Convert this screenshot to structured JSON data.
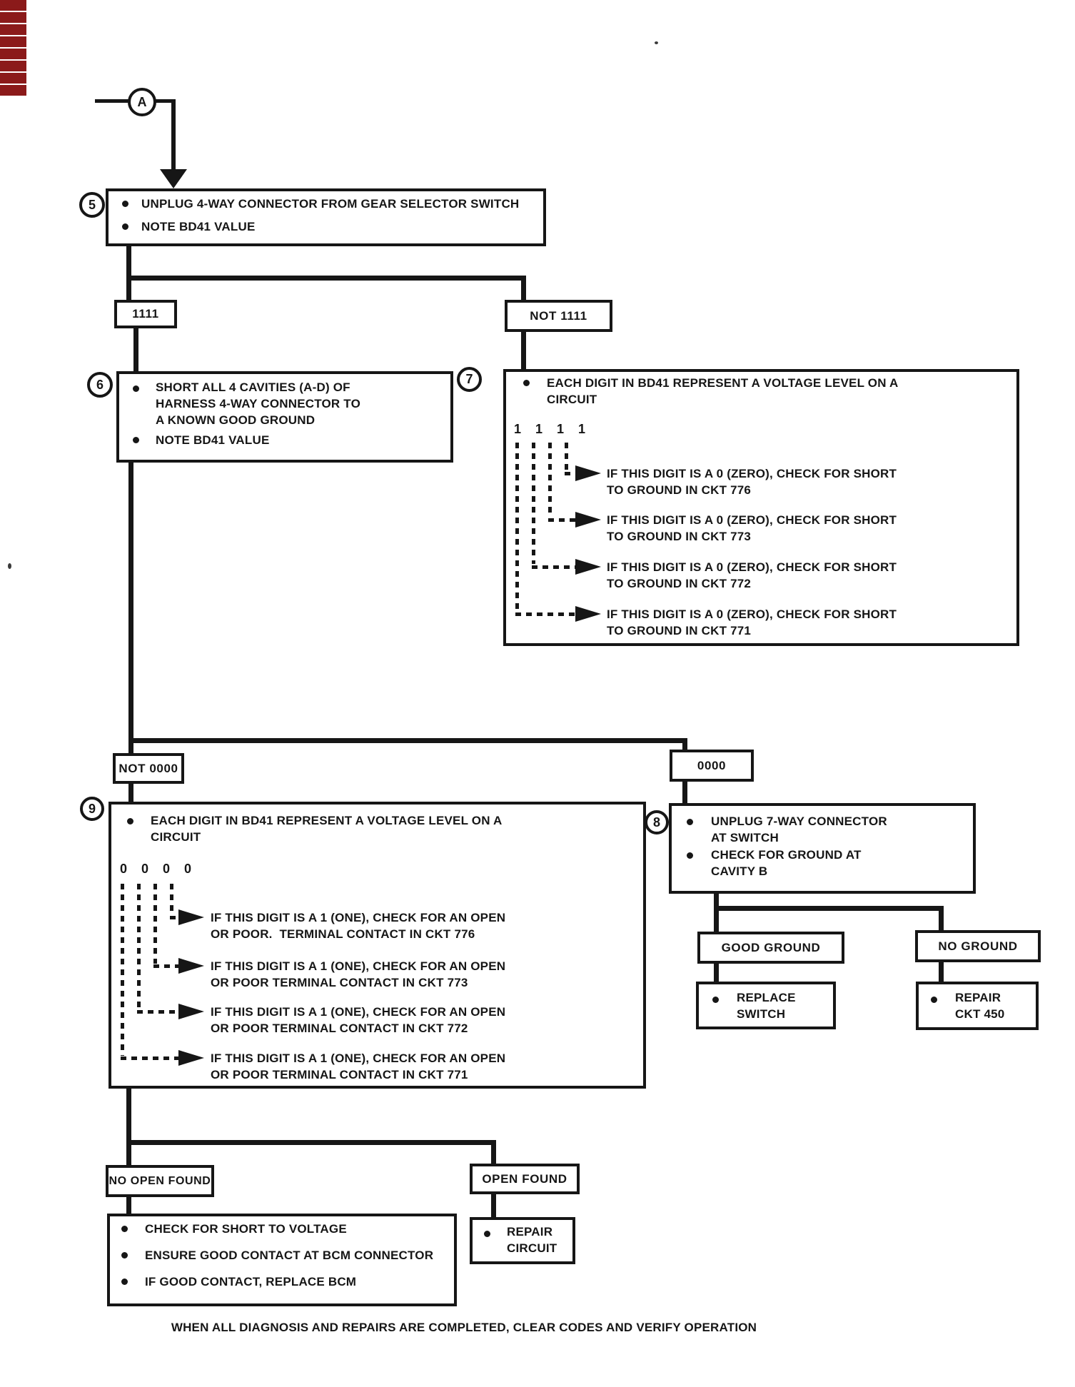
{
  "colors": {
    "ink": "#161616",
    "paper": "#ffffff",
    "edge_marks": "#8b1a1a"
  },
  "connector": {
    "label": "A"
  },
  "labels": {
    "v1111": "1111",
    "not1111": "NOT 1111",
    "not0000": "NOT 0000",
    "v0000": "0000",
    "good_ground": "GOOD GROUND",
    "no_ground": "NO GROUND",
    "no_open_found": "NO OPEN FOUND",
    "open_found": "OPEN FOUND"
  },
  "steps": {
    "s5": {
      "num": "5",
      "b1": "UNPLUG 4-WAY CONNECTOR FROM GEAR SELECTOR SWITCH",
      "b2": "NOTE BD41 VALUE"
    },
    "s6": {
      "num": "6",
      "b1l1": "SHORT ALL 4 CAVITIES (A-D) OF",
      "b1l2": "HARNESS 4-WAY CONNECTOR TO",
      "b1l3": "A KNOWN GOOD GROUND",
      "b2": "NOTE BD41 VALUE"
    },
    "s7": {
      "num": "7",
      "hl1": "EACH DIGIT IN BD41 REPRESENT A VOLTAGE LEVEL ON A",
      "hl2": "CIRCUIT",
      "digits": "1 1 1 1",
      "items": [
        {
          "l1": "IF THIS DIGIT IS A 0 (ZERO), CHECK FOR SHORT",
          "l2": "TO GROUND IN CKT 776"
        },
        {
          "l1": "IF THIS DIGIT IS A 0 (ZERO), CHECK FOR SHORT",
          "l2": "TO GROUND IN CKT 773"
        },
        {
          "l1": "IF THIS DIGIT IS A 0 (ZERO), CHECK FOR SHORT",
          "l2": "TO GROUND IN CKT 772"
        },
        {
          "l1": "IF THIS DIGIT IS A 0 (ZERO), CHECK FOR SHORT",
          "l2": "TO GROUND IN CKT 771"
        }
      ]
    },
    "s8": {
      "num": "8",
      "b1l1": "UNPLUG 7-WAY CONNECTOR",
      "b1l2": "AT SWITCH",
      "b2l1": "CHECK FOR GROUND AT",
      "b2l2": "CAVITY B"
    },
    "s9": {
      "num": "9",
      "hl1": "EACH DIGIT IN BD41 REPRESENT A VOLTAGE LEVEL ON A",
      "hl2": "CIRCUIT",
      "digits": "0 0 0 0",
      "items": [
        {
          "l1": "IF THIS DIGIT IS A 1 (ONE), CHECK FOR AN OPEN",
          "l2": "OR POOR.  TERMINAL CONTACT IN CKT 776"
        },
        {
          "l1": "IF THIS DIGIT IS A 1 (ONE), CHECK FOR AN OPEN",
          "l2": "OR POOR TERMINAL CONTACT IN CKT 773"
        },
        {
          "l1": "IF THIS DIGIT IS A 1 (ONE), CHECK FOR AN OPEN",
          "l2": "OR POOR TERMINAL CONTACT IN CKT 772"
        },
        {
          "l1": "IF THIS DIGIT IS A 1 (ONE), CHECK FOR AN OPEN",
          "l2": "OR POOR TERMINAL CONTACT IN CKT 771"
        }
      ]
    }
  },
  "results": {
    "replace_switch": {
      "l1": "REPLACE",
      "l2": "SWITCH"
    },
    "repair_ckt450": {
      "l1": "REPAIR",
      "l2": "CKT 450"
    },
    "repair_circuit": {
      "l1": "REPAIR",
      "l2": "CIRCUIT"
    },
    "final": {
      "b1": "CHECK FOR SHORT TO VOLTAGE",
      "b2": "ENSURE GOOD CONTACT AT BCM CONNECTOR",
      "b3": "IF GOOD CONTACT, REPLACE BCM"
    }
  },
  "footer": "WHEN ALL DIAGNOSIS AND REPAIRS ARE COMPLETED, CLEAR CODES AND VERIFY OPERATION"
}
